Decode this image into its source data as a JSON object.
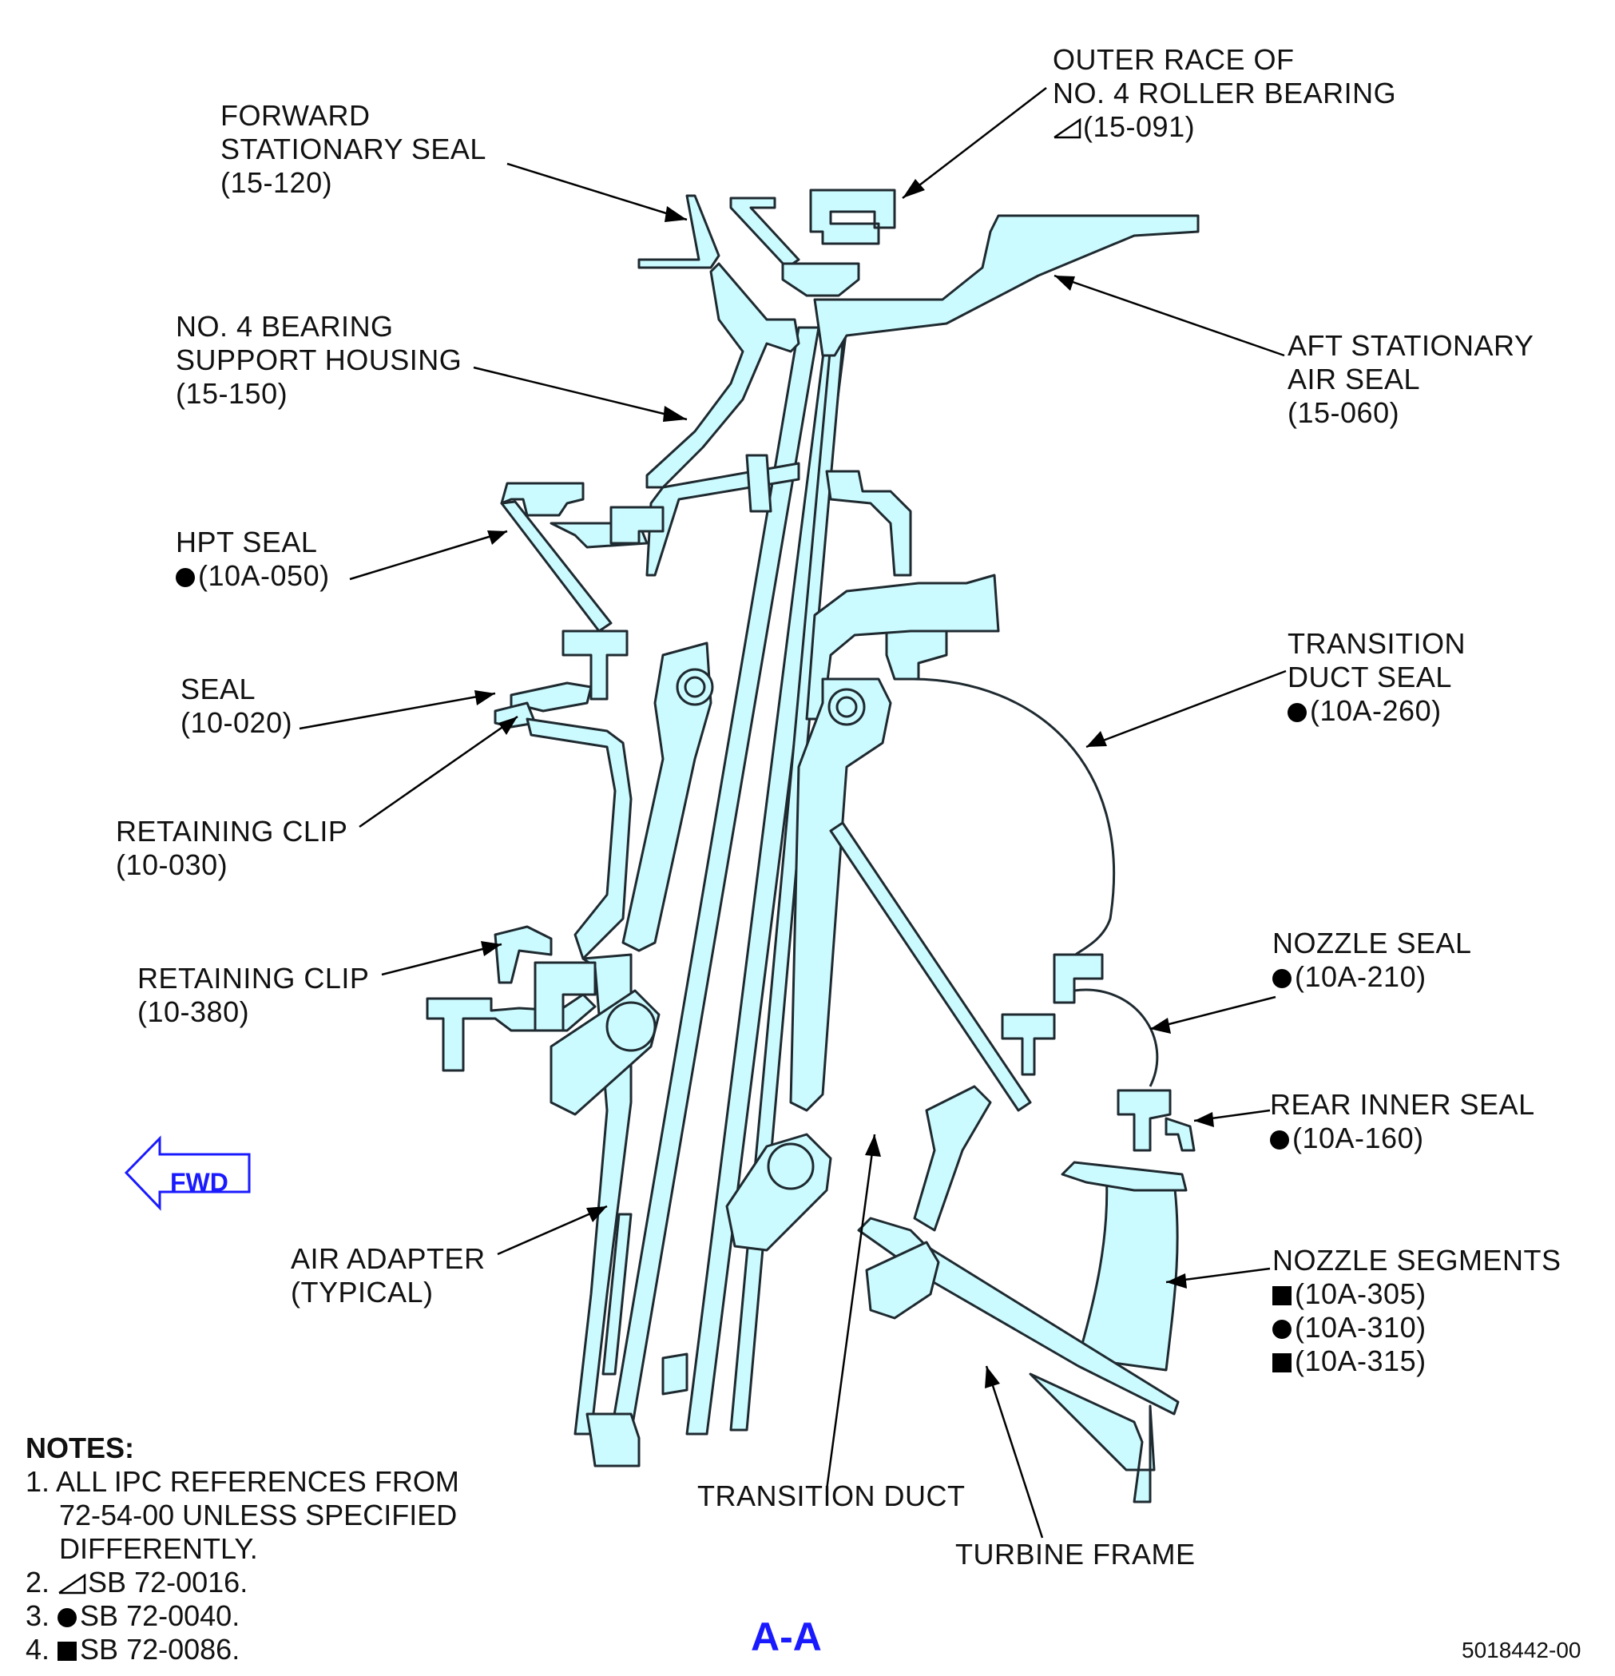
{
  "labels": {
    "forward_stationary_seal": {
      "line1": "FORWARD",
      "line2": "STATIONARY SEAL",
      "line3": "(15-120)"
    },
    "outer_race": {
      "line1": "OUTER RACE OF",
      "line2": "NO. 4 ROLLER BEARING",
      "line3": "(15-091)",
      "symbol": "triangle"
    },
    "bearing_support_housing": {
      "line1": "NO. 4 BEARING",
      "line2": "SUPPORT HOUSING",
      "line3": "(15-150)"
    },
    "aft_stationary_air_seal": {
      "line1": "AFT STATIONARY",
      "line2": "AIR SEAL",
      "line3": "(15-060)"
    },
    "hpt_seal": {
      "line1": "HPT SEAL",
      "line2": "(10A-050)",
      "symbol": "circle"
    },
    "transition_duct_seal": {
      "line1": "TRANSITION",
      "line2": "DUCT SEAL",
      "line3": "(10A-260)",
      "symbol": "circle"
    },
    "seal": {
      "line1": "SEAL",
      "line2": "(10-020)"
    },
    "retaining_clip_030": {
      "line1": "RETAINING CLIP",
      "line2": "(10-030)"
    },
    "retaining_clip_380": {
      "line1": "RETAINING CLIP",
      "line2": "(10-380)"
    },
    "nozzle_seal": {
      "line1": "NOZZLE SEAL",
      "line2": "(10A-210)",
      "symbol": "circle"
    },
    "rear_inner_seal": {
      "line1": "REAR INNER SEAL",
      "line2": "(10A-160)",
      "symbol": "circle"
    },
    "nozzle_segments": {
      "line1": "NOZZLE SEGMENTS",
      "line2": "(10A-305)",
      "line2_symbol": "square",
      "line3": "(10A-310)",
      "line3_symbol": "circle",
      "line4": "(10A-315)",
      "line4_symbol": "square"
    },
    "air_adapter": {
      "line1": "AIR ADAPTER",
      "line2": "(TYPICAL)"
    },
    "transition_duct": {
      "line1": "TRANSITION DUCT"
    },
    "turbine_frame": {
      "line1": "TURBINE FRAME"
    }
  },
  "fwd_arrow": {
    "label": "FWD",
    "color": "#1a1aff"
  },
  "notes": {
    "title": "NOTES:",
    "items": [
      {
        "num": "1.",
        "line1": "ALL IPC REFERENCES FROM",
        "line2": "72-54-00 UNLESS SPECIFIED",
        "line3": "DIFFERENTLY."
      },
      {
        "num": "2.",
        "symbol": "triangle",
        "text": "SB 72-0016."
      },
      {
        "num": "3.",
        "symbol": "circle",
        "text": "SB 72-0040."
      },
      {
        "num": "4.",
        "symbol": "square",
        "text": "SB 72-0086."
      }
    ]
  },
  "section_label": "A-A",
  "drawing_number": "5018442-00",
  "colors": {
    "part_fill": "#ccfbff",
    "part_stroke": "#1e2a30",
    "accent_blue": "#1a1aff"
  }
}
